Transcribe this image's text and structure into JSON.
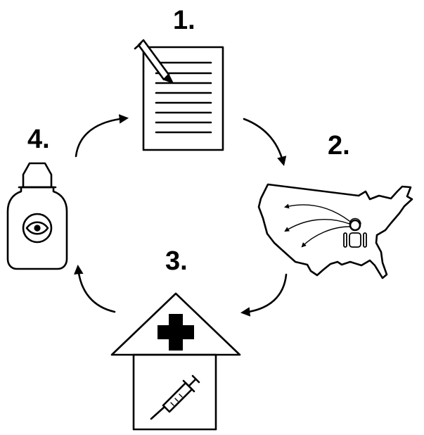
{
  "colors": {
    "ink": "#000000",
    "background": "#ffffff"
  },
  "steps": [
    {
      "number": "1.",
      "icon": "document-with-pen-icon"
    },
    {
      "number": "2.",
      "icon": "us-map-with-call-center-icon"
    },
    {
      "number": "3.",
      "icon": "clinic-with-syringe-icon"
    },
    {
      "number": "4.",
      "icon": "eye-drops-bottle-icon"
    }
  ]
}
